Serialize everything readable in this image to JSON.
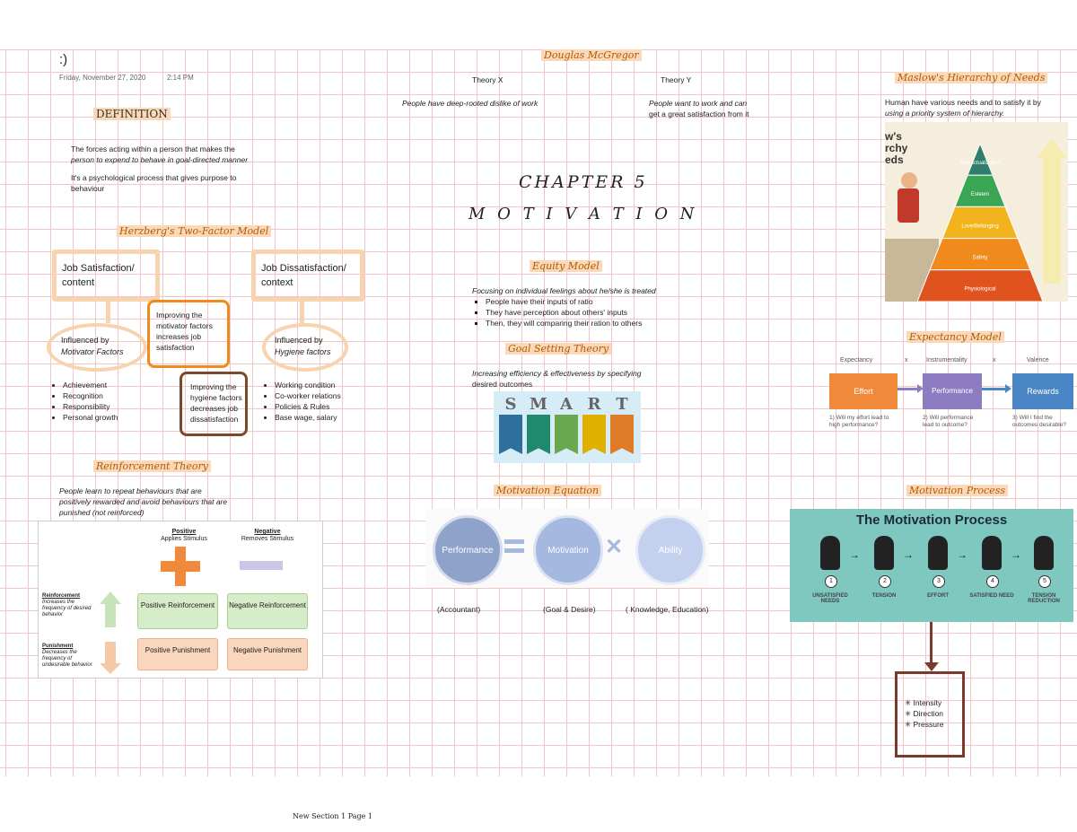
{
  "header": {
    "smiley": ":)",
    "date": "Friday, November 27, 2020",
    "time": "2:14 PM"
  },
  "definition": {
    "title": "DEFINITION",
    "line1": "The forces acting within a person that makes the",
    "line2": "person to expend to behave in goal-directed manner",
    "line3": "It's a psychological process that gives purpose to",
    "line4": "behaviour"
  },
  "herzberg": {
    "title": "Herzberg's Two-Factor Model",
    "left_box": [
      "Job Satisfaction/",
      "content"
    ],
    "right_box": [
      "Job Dissatisfaction/",
      "context"
    ],
    "left_ellipse": [
      "Influenced by",
      "Motivator Factors"
    ],
    "right_ellipse": [
      "Influenced by",
      "Hygiene factors"
    ],
    "orange_note": [
      "Improving the",
      "motivator factors",
      "increases job",
      "satisfaction"
    ],
    "brown_note": [
      "Improving the",
      "hygiene factors",
      "decreases job",
      "dissatisfaction"
    ],
    "motivators": [
      "Achievement",
      "Recognition",
      "Responsibility",
      "Personal growth"
    ],
    "hygiene": [
      "Working condition",
      "Co-worker relations",
      "Policies & Rules",
      "Base wage, salary"
    ]
  },
  "reinforcement": {
    "title": "Reinforcement Theory",
    "line1": "People learn to repeat behaviours that are",
    "line2": "positively rewarded and avoid behaviours that are",
    "line3": "punished (not reinforced)",
    "positive_head": "Positive",
    "positive_sub": "Applies Stimulus",
    "negative_head": "Negative",
    "negative_sub": "Removes Stimulus",
    "reinf_label": "Reinforcement",
    "reinf_desc": "Increases the frequency of desired behavior",
    "pun_label": "Punishment",
    "pun_desc": "Decreases the frequency of undesirable behavior",
    "cells": [
      "Positive Reinforcement",
      "Negative Reinforcement",
      "Positive Punishment",
      "Negative Punishment"
    ]
  },
  "mcgregor": {
    "title": "Douglas McGregor",
    "x_label": "Theory X",
    "y_label": "Theory Y",
    "x_text": "People have deep-rooted dislike of work",
    "y_text1": "People want to work and can",
    "y_text2": "get a great satisfaction from it"
  },
  "chapter": {
    "title": "CHAPTER 5",
    "subtitle": "M O T I V A T I O N"
  },
  "equity": {
    "title": "Equity Model",
    "intro": "Focusing on individual feelings about he/she is treated",
    "points": [
      "People have their inputs of ratio",
      "They have perception about others' inputs",
      "Then, they will comparing their ration to others"
    ]
  },
  "goal": {
    "title": "Goal Setting Theory",
    "line1": "Increasing efficiency & effectiveness by specifying",
    "line2": "desired outcomes",
    "smart": [
      "S",
      "M",
      "A",
      "R",
      "T"
    ],
    "smart_colors": [
      "#2e6f9e",
      "#1f8a6e",
      "#6aa84f",
      "#e0b000",
      "#e07b28"
    ]
  },
  "equation": {
    "title": "Motivation Equation",
    "c1": "Performance",
    "c2": "Motivation",
    "c3": "Ability",
    "l1": "(Accountant)",
    "l2": "(Goal & Desire)",
    "l3": "( Knowledge, Education)"
  },
  "maslow": {
    "title": "Maslow's Hierarchy of Needs",
    "line1": "Human have various needs and to satisfy it by",
    "line2": "using a priority system of hierarchy.",
    "img_title": [
      "w's",
      "rchy",
      "eds"
    ],
    "levels": [
      "Self-actualization",
      "Esteem",
      "Love/Belonging",
      "Safety",
      "Physiological"
    ],
    "level_colors": [
      "#2f7d6b",
      "#3aa655",
      "#f2b31d",
      "#f08a1c",
      "#e0531f"
    ]
  },
  "expectancy": {
    "title": "Expectancy Model",
    "h1": "Expectancy",
    "h2": "Instrumentality",
    "h3": "Valence",
    "x": "x",
    "b1": "Effort",
    "b2": "Performance",
    "b3": "Rewards",
    "q1": "1) Will my effort lead to high performance?",
    "q2": "2) Will performance lead to outcome?",
    "q3": "3) Will I find the outcomes desirable?"
  },
  "process": {
    "title": "Motivation Process",
    "img_title": "The Motivation Process",
    "steps": [
      "UNSATISFIED NEEDS",
      "TENSION",
      "EFFORT",
      "SATISFIED NEED",
      "TENSION REDUCTION"
    ],
    "nums": [
      "1",
      "2",
      "3",
      "4",
      "5"
    ],
    "box_items": [
      "Intensity",
      "Direction",
      "Pressure"
    ]
  },
  "footer": {
    "page": "New Section 1 Page 1"
  }
}
